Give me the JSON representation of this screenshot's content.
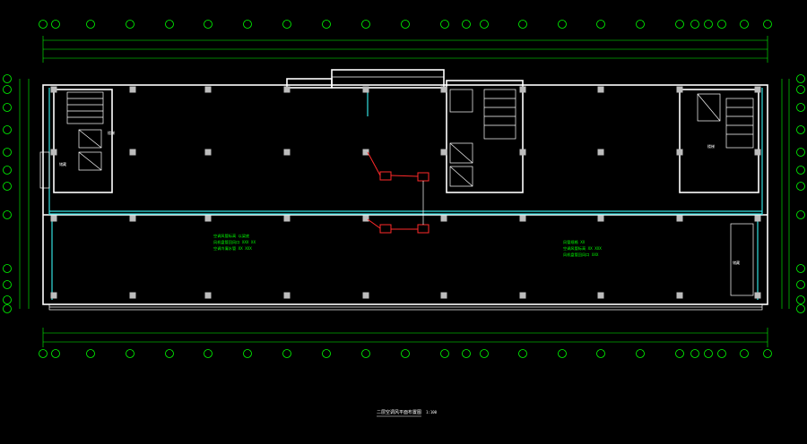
{
  "drawing": {
    "title": "二层空调风平面布置图",
    "scale": "1:100"
  },
  "annotations": {
    "notes_left": [
      "空调风管标高 以梁底",
      "风机盘管回风口 XXX XX",
      "空调冷凝水管 XX XXX"
    ],
    "notes_right": [
      "风管规格 XX",
      "空调风管标高 XX XXX",
      "风机盘管回风口 XXX"
    ],
    "stair_label_left": "楼梯",
    "stair_label_right": "楼梯",
    "room_label_left": "储藏",
    "room_label_right": "储藏"
  },
  "colors": {
    "background": "#000000",
    "walls": "#ffffff",
    "dimensions": "#00ff00",
    "duct": "#33e0e0",
    "equipment": "#ff2a2a",
    "columns": "#bdbdbd"
  }
}
